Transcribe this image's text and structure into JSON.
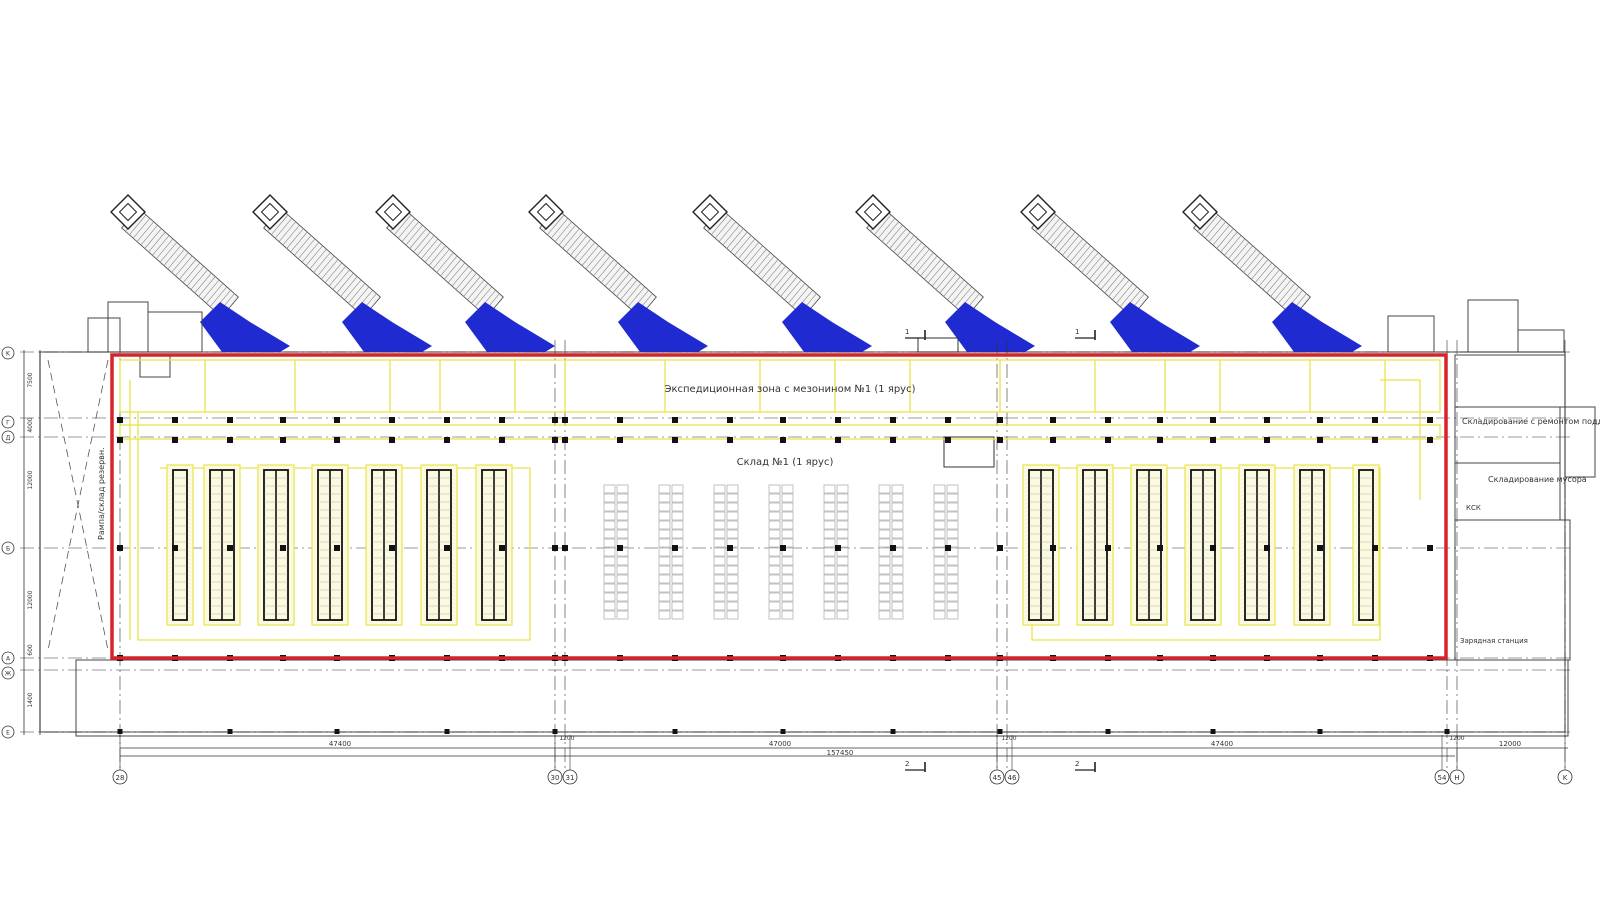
{
  "zones": {
    "expedition": "Экспедиционная зона с мезонином №1 (1 ярус)",
    "warehouse": "Склад №1 (1 ярус)",
    "storage_pallets": "Складирование с ремонтом поддонов",
    "storage_waste": "Складирование мусора",
    "charging_station": "Зарядная станция",
    "kpp": "КСК",
    "left_strip": "Рампа/склад резервн."
  },
  "dimensions": {
    "span_1": "47400",
    "span_2": "47000",
    "span_3": "47400",
    "span_end": "12000",
    "total": "157450",
    "gap_1": "1200",
    "gap_2": "1200",
    "gap_3": "1200"
  },
  "side_dimensions": [
    "7500",
    "4000",
    "12000",
    "12000",
    "1400",
    "600"
  ],
  "axes_bottom": [
    "28",
    "30",
    "31",
    "45",
    "46",
    "54",
    "H",
    "K"
  ],
  "axes_left": [
    "K",
    "Г",
    "Д",
    "Б",
    "А",
    "Ж",
    "Е"
  ],
  "section_marks": [
    "1",
    "1",
    "2",
    "2"
  ],
  "colors": {
    "perimeter": "#d8232a",
    "zone_outline": "#e9e44a",
    "dock_blue": "#1f2ad0",
    "grid_line": "#222222"
  }
}
